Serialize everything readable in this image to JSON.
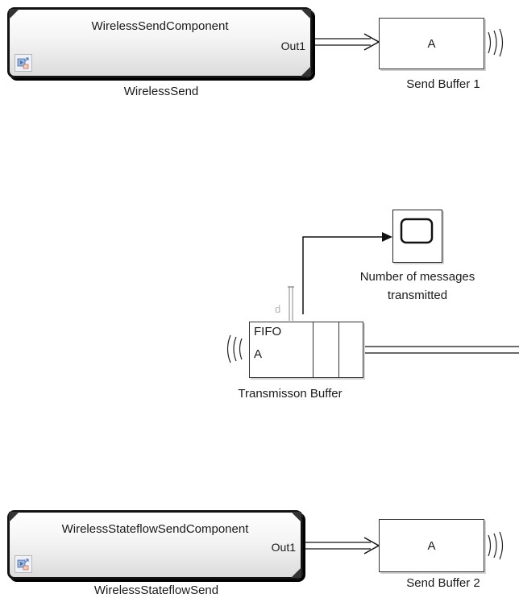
{
  "wireless_send": {
    "component": "WirelessSendComponent",
    "port": "Out1",
    "name": "WirelessSend"
  },
  "send_buffer_1": {
    "entity": "A",
    "name": "Send Buffer 1"
  },
  "scope": {
    "name_line1": "Number of messages",
    "name_line2": "transmitted"
  },
  "transmission_buffer": {
    "policy": "FIFO",
    "entity": "A",
    "port": "d",
    "name": "Transmisson Buffer"
  },
  "wireless_stateflow_send": {
    "component": "WirelessStateflowSendComponent",
    "port": "Out1",
    "name": "WirelessStateflowSend"
  },
  "send_buffer_2": {
    "entity": "A",
    "name": "Send Buffer 2"
  }
}
